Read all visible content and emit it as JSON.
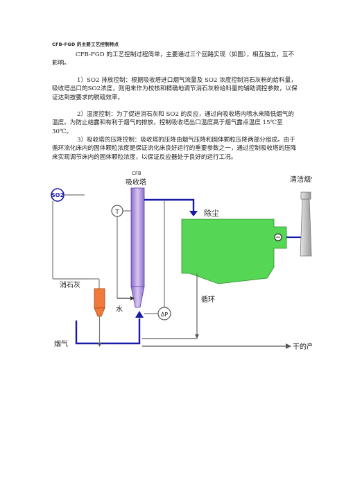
{
  "document": {
    "title": "CFB-FGD 的主要工艺控制特点",
    "paragraphs": [
      "CFB-FGD 的工艺控制过程简单，主要通过三个回路实现（如图），相互独立，互不影响。",
      "1）SO2 排放控制：根据吸收塔进口烟气流量及 SO2 浓度控制消石灰粉的给料量，吸收塔出口的SO2浓度，则用来作为校核和精确地调节消石灰粉给料量的辅助调控参数，以保证达到按要求的脱硫效率。",
      "2）温度控制：为了促进消石灰和 SO2 的反应，通过向吸收塔内喷水来降低烟气的温度。为防止结露和有利于烟气的排放，控制吸收塔出口温度高于烟气露点温度 15℃至 30℃。",
      "3）吸收塔的压降控制：吸收塔的压降由烟气压降和固体颗粒压降两部分组成。由于循环流化床内的固体颗粒浓度是保证流化床良好运行的重要参数之一，通过控制吸收塔的压降来实现调节床内的固体颗粒浓度，以保证反应器处于良好的运行工况。"
    ]
  },
  "diagram": {
    "cfb_label": "CFB",
    "absorber_label": "吸收塔",
    "so2_label": "SO2",
    "t_label": "T",
    "dust_label": "除尘",
    "clean_gas_label": "清洁烟气",
    "lime_label": "消石灰",
    "water_label": "水",
    "dp_label": "ΔP",
    "recycle_label": "循环",
    "flue_gas_label": "烟气",
    "product_label": "干的产物",
    "colors": {
      "absorber": "#b8a0e0",
      "dust_collector": "#55d655",
      "lime_hopper": "#f07a3c",
      "main_line": "#1a1aa8",
      "signal_line": "#777777",
      "stack": "#cccccc"
    }
  }
}
